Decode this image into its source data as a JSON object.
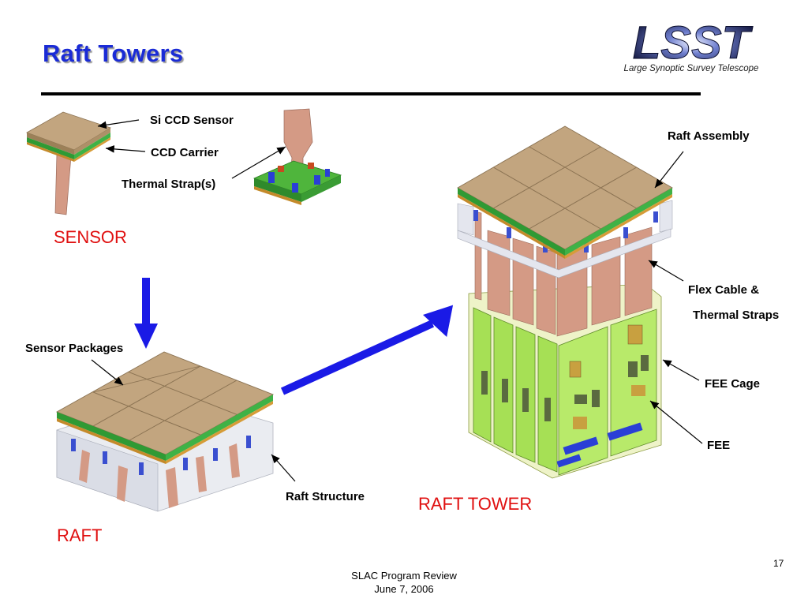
{
  "title": "Raft Towers",
  "logo": {
    "text": "LSST",
    "tagline": "Large Synoptic Survey Telescope"
  },
  "labels": {
    "si_ccd_sensor": "Si CCD Sensor",
    "ccd_carrier": "CCD Carrier",
    "thermal_straps": "Thermal Strap(s)",
    "sensor": "SENSOR",
    "sensor_packages": "Sensor Packages",
    "raft_structure": "Raft Structure",
    "raft": "RAFT",
    "raft_assembly": "Raft Assembly",
    "flex_cable_1": "Flex Cable &",
    "flex_cable_2": "Thermal Straps",
    "fee_cage": "FEE Cage",
    "fee": "FEE",
    "raft_tower": "RAFT TOWER"
  },
  "footer": {
    "line1": "SLAC Program Review",
    "line2": "June 7, 2006",
    "page_number": "17"
  },
  "colors": {
    "title": "#1a2bd6",
    "accent_red": "#e01010",
    "arrow_blue": "#1a1ae6",
    "ccd_tan": "#c2a57f",
    "board_green": "#3ea83a",
    "fee_green": "#a6e055",
    "strap_copper": "#d49a85"
  }
}
